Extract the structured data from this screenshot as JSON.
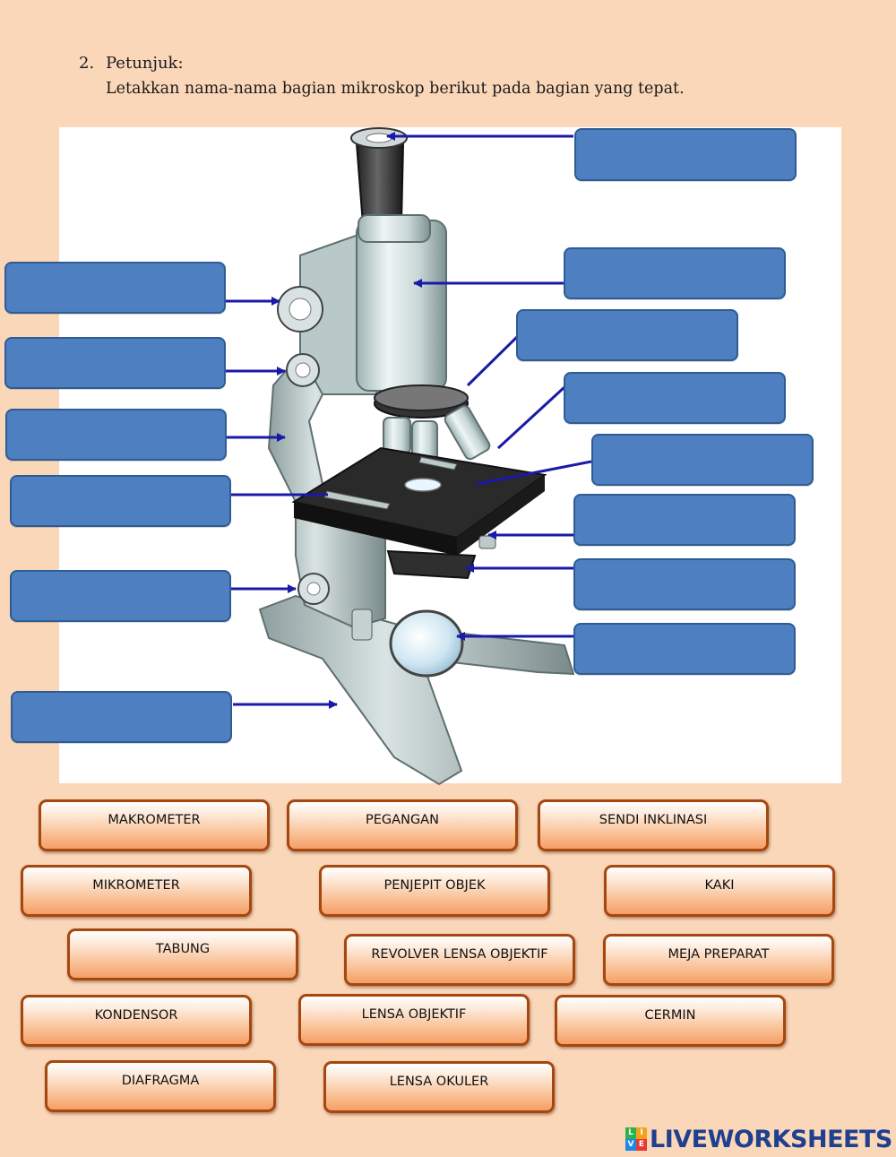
{
  "instructions": {
    "number": "2.",
    "title": "Petunjuk:",
    "text": "Letakkan nama-nama bagian mikroskop berikut pada bagian yang tepat."
  },
  "drop_zones": [
    {
      "id": "okuler-target"
    },
    {
      "id": "tabung-target"
    },
    {
      "id": "revolver-target"
    },
    {
      "id": "lensa-objektif-target"
    },
    {
      "id": "meja-target"
    },
    {
      "id": "penjepit-target"
    },
    {
      "id": "diafragma-target"
    },
    {
      "id": "cermin-target"
    },
    {
      "id": "makro-target"
    },
    {
      "id": "mikro-target"
    },
    {
      "id": "pegangan-target"
    },
    {
      "id": "sendi-target"
    },
    {
      "id": "kondensor-target"
    },
    {
      "id": "kaki-target"
    }
  ],
  "labels": [
    {
      "text": "MAKROMETER"
    },
    {
      "text": "PEGANGAN"
    },
    {
      "text": "SENDI INKLINASI"
    },
    {
      "text": "MIKROMETER"
    },
    {
      "text": "PENJEPIT OBJEK"
    },
    {
      "text": "KAKI"
    },
    {
      "text": "TABUNG"
    },
    {
      "text": "REVOLVER LENSA OBJEKTIF"
    },
    {
      "text": "MEJA PREPARAT"
    },
    {
      "text": "KONDENSOR"
    },
    {
      "text": "LENSA OBJEKTIF"
    },
    {
      "text": "CERMIN"
    },
    {
      "text": "DIAFRAGMA"
    },
    {
      "text": "LENSA OKULER"
    }
  ],
  "brand": {
    "name": "LIVEWORKSHEETS",
    "logo_letters": [
      "L",
      "I",
      "V",
      "E"
    ],
    "logo_colors": [
      "#2bb24c",
      "#f2a31b",
      "#1e88e5",
      "#e53935"
    ]
  },
  "colors": {
    "drop_zone": "#4e7fc1",
    "arrow": "#1a1aa8",
    "chip_border": "#a64710",
    "background": "#fbd7b9"
  }
}
